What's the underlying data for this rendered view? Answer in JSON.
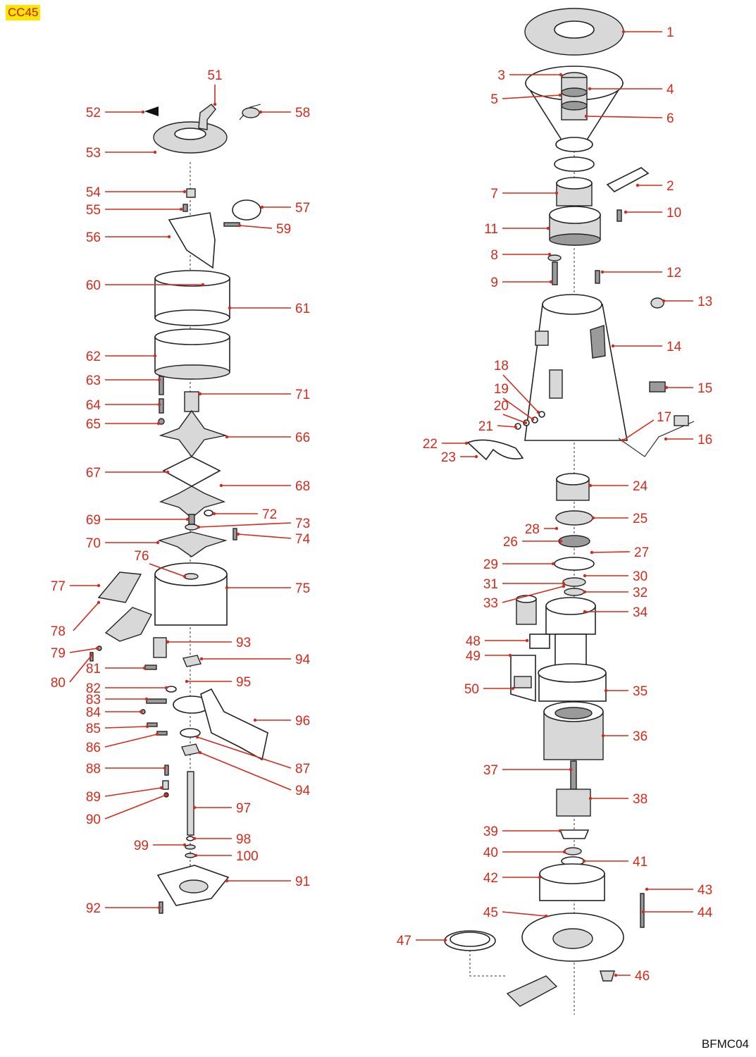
{
  "header": {
    "model_code": "CC45"
  },
  "footer": {
    "drawing_code": "BFMC04"
  },
  "colors": {
    "label": "#d42a1a",
    "badge_bg": "#ffe600",
    "line": "#222222"
  },
  "callouts": [
    "1",
    "2",
    "3",
    "4",
    "5",
    "6",
    "7",
    "8",
    "9",
    "10",
    "11",
    "12",
    "13",
    "14",
    "15",
    "16",
    "17",
    "18",
    "19",
    "20",
    "21",
    "22",
    "23",
    "24",
    "25",
    "26",
    "27",
    "28",
    "29",
    "30",
    "31",
    "32",
    "33",
    "34",
    "35",
    "36",
    "37",
    "38",
    "39",
    "40",
    "41",
    "42",
    "43",
    "44",
    "45",
    "46",
    "47",
    "48",
    "49",
    "50",
    "51",
    "52",
    "53",
    "54",
    "55",
    "56",
    "57",
    "58",
    "59",
    "60",
    "61",
    "62",
    "63",
    "64",
    "65",
    "66",
    "67",
    "68",
    "69",
    "70",
    "71",
    "72",
    "73",
    "74",
    "75",
    "76",
    "77",
    "78",
    "79",
    "80",
    "81",
    "82",
    "83",
    "84",
    "85",
    "86",
    "87",
    "88",
    "89",
    "90",
    "91",
    "92",
    "93",
    "94",
    "94",
    "95",
    "96",
    "97",
    "98",
    "99",
    "100"
  ]
}
